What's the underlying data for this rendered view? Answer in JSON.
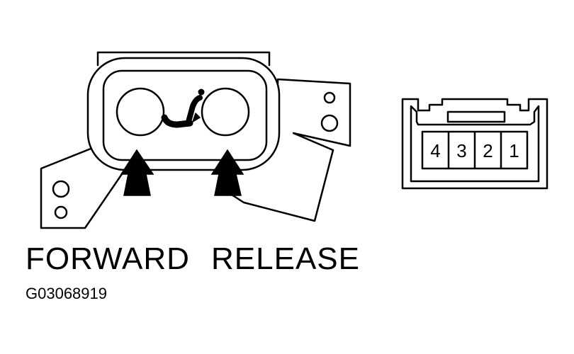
{
  "labels": {
    "forward": "FORWARD",
    "release": "RELEASE",
    "figure_code": "G03068919"
  },
  "connector": {
    "pins": [
      "4",
      "3",
      "2",
      "1"
    ]
  },
  "colors": {
    "ink": "#000000",
    "paper": "#ffffff"
  }
}
